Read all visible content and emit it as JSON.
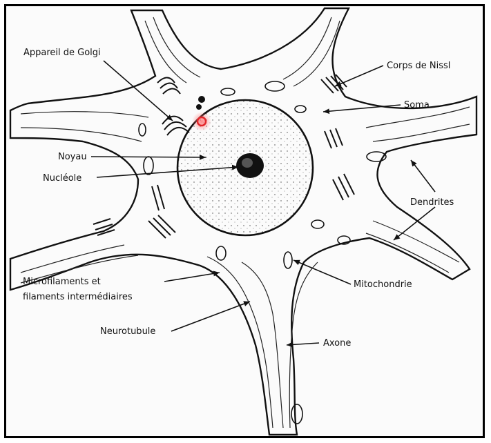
{
  "labels": {
    "golgi": "Appareil de Golgi",
    "nissl": "Corps de Nissl",
    "soma": "Soma",
    "noyau": "Noyau",
    "nucleole": "Nucléole",
    "dendrites": "Dendrites",
    "microfilaments_1": "Microfilaments et",
    "microfilaments_2": "filaments intermédiaires",
    "mitochondrie": "Mitochondrie",
    "neurotubule": "Neurotubule",
    "axone": "Axone"
  },
  "colors": {
    "ink": "#111111",
    "highlight": "#e3262a",
    "background": "#fbfbfb"
  }
}
